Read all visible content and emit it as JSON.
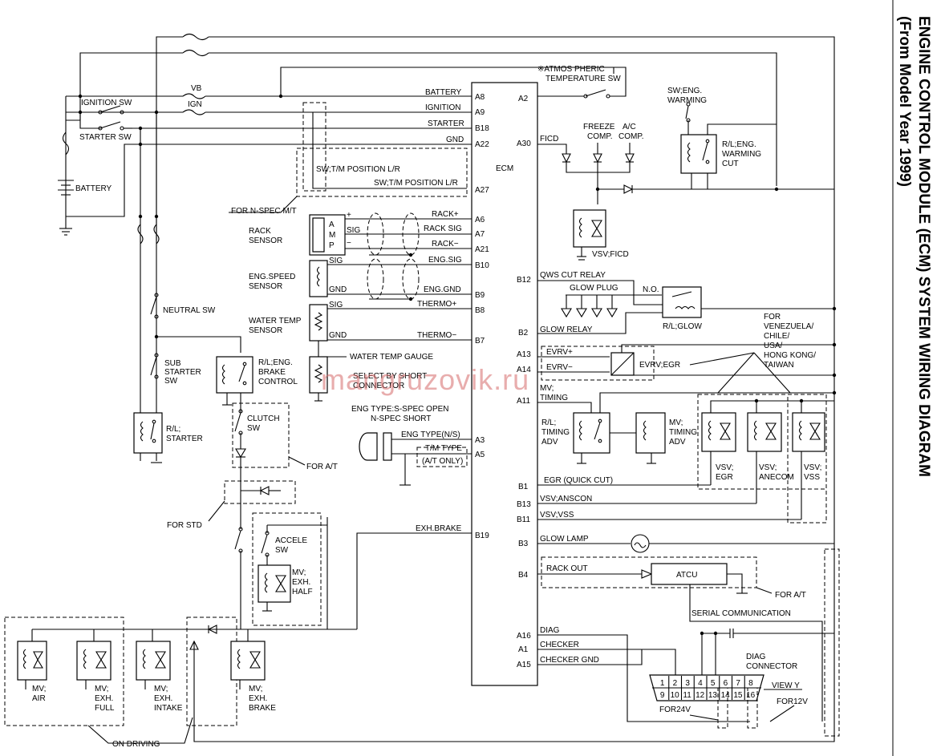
{
  "title": "ENGINE CONTROL MODULE (ECM) SYSTEM WIRING DIAGRAM",
  "subtitle": "(From Model Year 1999)",
  "watermark": "mangruzovik.ru",
  "ecm": {
    "label": "ECM"
  },
  "pins": {
    "A8": "A8",
    "A9": "A9",
    "B18": "B18",
    "A22": "A22",
    "A27": "A27",
    "A6": "A6",
    "A7": "A7",
    "A21": "A21",
    "B10": "B10",
    "B9": "B9",
    "B8": "B8",
    "B7": "B7",
    "A3": "A3",
    "A5": "A5",
    "B19": "B19",
    "A2": "A2",
    "A30": "A30",
    "B12": "B12",
    "B2": "B2",
    "A13": "A13",
    "A14": "A14",
    "A11": "A11",
    "B1": "B1",
    "B13": "B13",
    "B11": "B11",
    "B3": "B3",
    "B4": "B4",
    "A16": "A16",
    "A1": "A1",
    "A15": "A15"
  },
  "signals": {
    "battery": "BATTERY",
    "ignition": "IGNITION",
    "starter": "STARTER",
    "gnd": "GND",
    "sw_tm_left": "SW;T/M POSITION L/R",
    "sw_tm_right": "SW;T/M POSITION L/R",
    "rack_plus": "RACK+",
    "rack_sig": "RACK SIG",
    "rack_minus": "RACK−",
    "eng_sig": "ENG.SIG",
    "eng_gnd": "ENG.GND",
    "thermo_plus": "THERMO+",
    "thermo_minus": "THERMO−",
    "eng_type_ns": "ENG TYPE(N/S)",
    "tm_type": "T/M TYPE",
    "a_t_only": "(A/T ONLY)",
    "exh_brake": "EXH.BRAKE",
    "ficd": "FICD",
    "qws_cut_relay": "QWS CUT RELAY",
    "glow_relay": "GLOW RELAY",
    "evrv_plus": "EVRV+",
    "evrv_minus": "EVRV−",
    "mv_timing": "MV;",
    "mv_timing2": "TIMING",
    "egr_quick_cut": "EGR (QUICK CUT)",
    "vsv_anscon": "VSV;ANSCON",
    "vsv_vss": "VSV;VSS",
    "glow_lamp": "GLOW LAMP",
    "rack_out": "RACK OUT",
    "diag": "DIAG",
    "checker": "CHECKER",
    "checker_gnd": "CHECKER GND"
  },
  "labels": {
    "vb": "VB",
    "ign": "IGN",
    "ignition_sw": "IGNITION SW",
    "starter_sw": "STARTER SW",
    "battery": "BATTERY",
    "for_n_spec_mt": "FOR N-SPEC M/T",
    "rack_sensor": [
      "RACK",
      "SENSOR"
    ],
    "eng_speed_sensor": [
      "ENG.SPEED",
      "SENSOR"
    ],
    "water_temp_sensor": [
      "WATER TEMP",
      "SENSOR"
    ],
    "sig": "SIG",
    "gnd": "GND",
    "plus": "+",
    "minus": "−",
    "amp_a": "A",
    "amp_m": "M",
    "amp_p": "P",
    "water_temp_gauge": "WATER TEMP GAUGE",
    "select_connector": [
      "SELECT BY SHORT",
      "CONNECTOR"
    ],
    "eng_type_note": [
      "ENG TYPE:S-SPEC OPEN",
      "N-SPEC SHORT"
    ],
    "neutral_sw": "NEUTRAL SW",
    "sub_starter_sw": [
      "SUB",
      "STARTER",
      "SW"
    ],
    "rl_eng_brake_control": [
      "R/L;ENG.",
      "BRAKE",
      "CONTROL"
    ],
    "rl_starter": [
      "R/L;",
      "STARTER"
    ],
    "clutch_sw": [
      "CLUTCH",
      "SW"
    ],
    "for_at": "FOR A/T",
    "for_std": "FOR STD",
    "accele_sw": [
      "ACCELE",
      "SW"
    ],
    "mv_exh_half": [
      "MV;",
      "EXH.",
      "HALF"
    ],
    "mv_air": [
      "MV;",
      "AIR"
    ],
    "mv_exh_full": [
      "MV;",
      "EXH.",
      "FULL"
    ],
    "mv_exh_intake": [
      "MV;",
      "EXH.",
      "INTAKE"
    ],
    "mv_exh_brake": [
      "MV;",
      "EXH.",
      "BRAKE"
    ],
    "on_driving": "ON DRIVING",
    "atmos_sw": [
      "※ATMOS PHERIC",
      "TEMPERATURE SW"
    ],
    "freeze_comp": [
      "FREEZE",
      "COMP."
    ],
    "ac_comp": [
      "A/C",
      "COMP."
    ],
    "sw_eng_warming": [
      "SW;ENG.",
      "WARMING"
    ],
    "rl_eng_warming_cut": [
      "R/L;ENG.",
      "WARMING",
      "CUT"
    ],
    "vsv_ficd": "VSV;FICD",
    "glow_plug": "GLOW PLUG",
    "no": "N.O.",
    "rl_glow": "R/L;GLOW",
    "for_countries": [
      "FOR",
      "VENEZUELA/",
      "CHILE/",
      "USA/",
      "HONG KONG/",
      "TAIWAN"
    ],
    "evrv_egr": "EVRV;EGR",
    "rl_timing_adv": [
      "R/L;",
      "TIMING",
      "ADV"
    ],
    "mv_timing_adv": [
      "MV;",
      "TIMING",
      "ADV"
    ],
    "vsv_egr": [
      "VSV;",
      "EGR"
    ],
    "vsv_anecom": [
      "VSV;",
      "ANECOM"
    ],
    "vsv_vss": [
      "VSV;",
      "VSS"
    ],
    "atcu": "ATCU",
    "for_at2": "FOR A/T",
    "serial_comm": "SERIAL COMMUNICATION",
    "diag_connector": [
      "DIAG",
      "CONNECTOR"
    ],
    "view_y": "VIEW Y",
    "for24v": "FOR24V",
    "for12v": "FOR12V"
  },
  "diag_pins_top": [
    "1",
    "2",
    "3",
    "4",
    "5",
    "6",
    "7",
    "8"
  ],
  "diag_pins_bottom": [
    "9",
    "10",
    "11",
    "12",
    "13",
    "14",
    "15",
    "16"
  ]
}
